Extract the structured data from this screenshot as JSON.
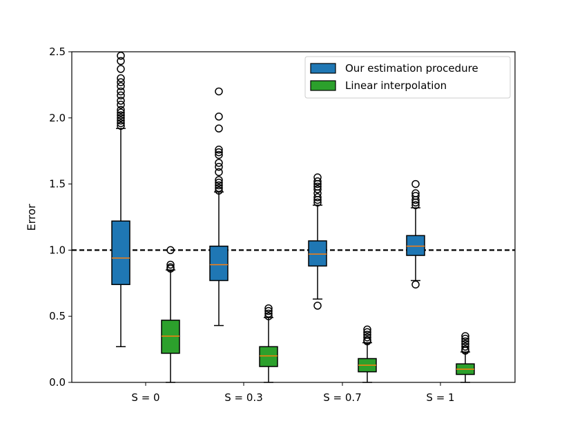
{
  "chart_data": {
    "type": "box",
    "ylabel": "Error",
    "ylim": [
      0,
      2.5
    ],
    "yticks": [
      "0.0",
      "0.5",
      "1.0",
      "1.5",
      "2.0",
      "2.5"
    ],
    "categories": [
      "S = 0",
      "S = 0.3",
      "S = 0.7",
      "S = 1"
    ],
    "reference_line": {
      "y": 1.0,
      "style": "dashed",
      "color": "#000000"
    },
    "legend_position": "top-right",
    "median_color": "#ff7f0e",
    "series": [
      {
        "name": "Our estimation procedure",
        "color": "#1f77b4",
        "boxes": [
          {
            "whisker_low": 0.27,
            "q1": 0.74,
            "median": 0.94,
            "q3": 1.22,
            "whisker_high": 1.92,
            "outliers": [
              1.94,
              1.96,
              1.98,
              2.0,
              2.02,
              2.04,
              2.06,
              2.1,
              2.13,
              2.17,
              2.2,
              2.24,
              2.27,
              2.3,
              2.37,
              2.43,
              2.47
            ]
          },
          {
            "whisker_low": 0.43,
            "q1": 0.77,
            "median": 0.89,
            "q3": 1.03,
            "whisker_high": 1.44,
            "outliers": [
              1.45,
              1.47,
              1.49,
              1.51,
              1.53,
              1.59,
              1.63,
              1.66,
              1.72,
              1.74,
              1.76,
              1.92,
              2.01,
              2.2
            ]
          },
          {
            "whisker_low": 0.63,
            "q1": 0.88,
            "median": 0.97,
            "q3": 1.07,
            "whisker_high": 1.34,
            "outliers": [
              0.58,
              1.36,
              1.38,
              1.4,
              1.43,
              1.46,
              1.48,
              1.5,
              1.52,
              1.55
            ]
          },
          {
            "whisker_low": 0.77,
            "q1": 0.96,
            "median": 1.03,
            "q3": 1.11,
            "whisker_high": 1.32,
            "outliers": [
              0.74,
              1.34,
              1.36,
              1.38,
              1.41,
              1.43,
              1.5
            ]
          }
        ]
      },
      {
        "name": "Linear interpolation",
        "color": "#2ca02c",
        "boxes": [
          {
            "whisker_low": 0.0,
            "q1": 0.22,
            "median": 0.35,
            "q3": 0.47,
            "whisker_high": 0.85,
            "outliers": [
              0.86,
              0.87,
              0.89,
              1.0
            ]
          },
          {
            "whisker_low": 0.0,
            "q1": 0.12,
            "median": 0.2,
            "q3": 0.27,
            "whisker_high": 0.49,
            "outliers": [
              0.5,
              0.52,
              0.54,
              0.56
            ]
          },
          {
            "whisker_low": 0.0,
            "q1": 0.08,
            "median": 0.13,
            "q3": 0.18,
            "whisker_high": 0.3,
            "outliers": [
              0.31,
              0.32,
              0.34,
              0.36,
              0.38,
              0.4
            ]
          },
          {
            "whisker_low": 0.0,
            "q1": 0.06,
            "median": 0.1,
            "q3": 0.14,
            "whisker_high": 0.23,
            "outliers": [
              0.24,
              0.25,
              0.27,
              0.29,
              0.31,
              0.33,
              0.35
            ]
          }
        ]
      }
    ]
  }
}
